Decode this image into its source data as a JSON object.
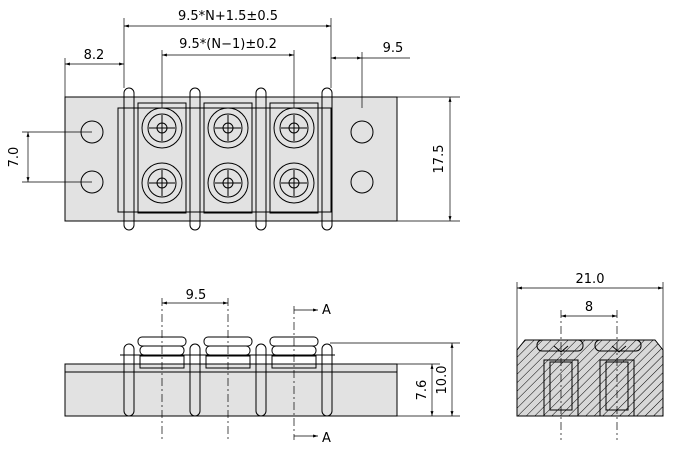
{
  "dimensions": {
    "overall_length": "9.5*N+1.5±0.5",
    "pitch_span": "9.5*(N−1)±0.2",
    "flange_width": "8.2",
    "pitch_top": "9.5",
    "hole_spacing": "7.0",
    "body_height": "17.5",
    "pitch_front": "9.5",
    "base_height": "7.6",
    "total_height": "10.0",
    "side_width": "21.0",
    "side_pitch": "8",
    "section_label_top": "A",
    "section_label_bottom": "A"
  }
}
